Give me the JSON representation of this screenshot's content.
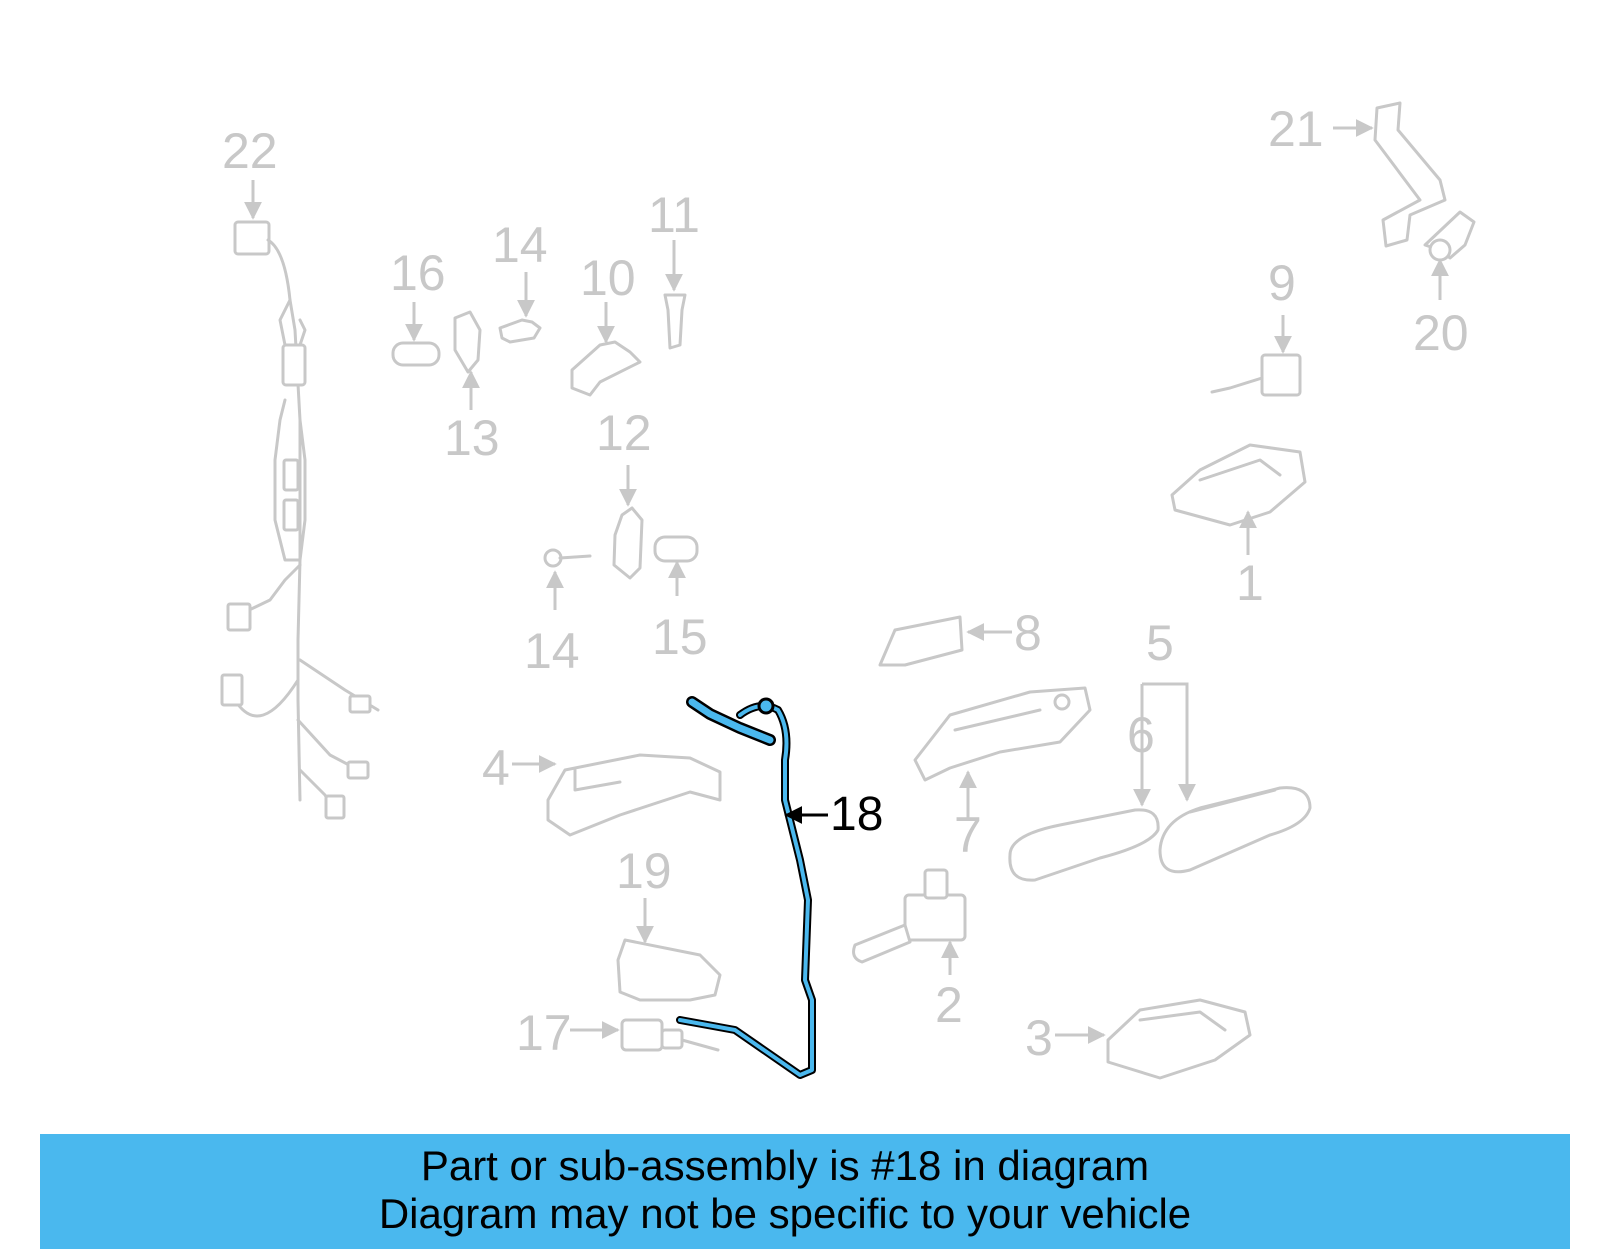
{
  "labels": {
    "l1": "1",
    "l2": "2",
    "l3": "3",
    "l4": "4",
    "l5": "5",
    "l6": "6",
    "l7": "7",
    "l8": "8",
    "l9": "9",
    "l10": "10",
    "l11": "11",
    "l12": "12",
    "l13": "13",
    "l14a": "14",
    "l14b": "14",
    "l15": "15",
    "l16": "16",
    "l17": "17",
    "l18": "18",
    "l19": "19",
    "l20": "20",
    "l21": "21",
    "l22": "22"
  },
  "banner": {
    "line1": "Part or sub-assembly is #18 in diagram",
    "line2": "Diagram may not be specific to your vehicle"
  },
  "colors": {
    "highlight": "#4ab8ee",
    "ghost": "#c8c8c8",
    "active": "#000000"
  }
}
